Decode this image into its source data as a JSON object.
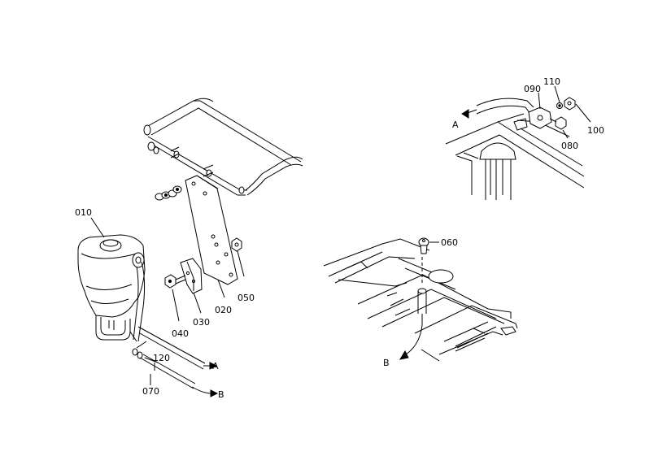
{
  "labels": {
    "p010": "010",
    "p020": "020",
    "p030": "030",
    "p040": "040",
    "p050": "050",
    "p060": "060",
    "p070": "070",
    "p080": "080",
    "p090": "090",
    "p100": "100",
    "p110": "110",
    "p120": "120",
    "ref_a_left": "A",
    "ref_b_left": "B",
    "ref_a_right": "A",
    "ref_b_right": "B"
  }
}
